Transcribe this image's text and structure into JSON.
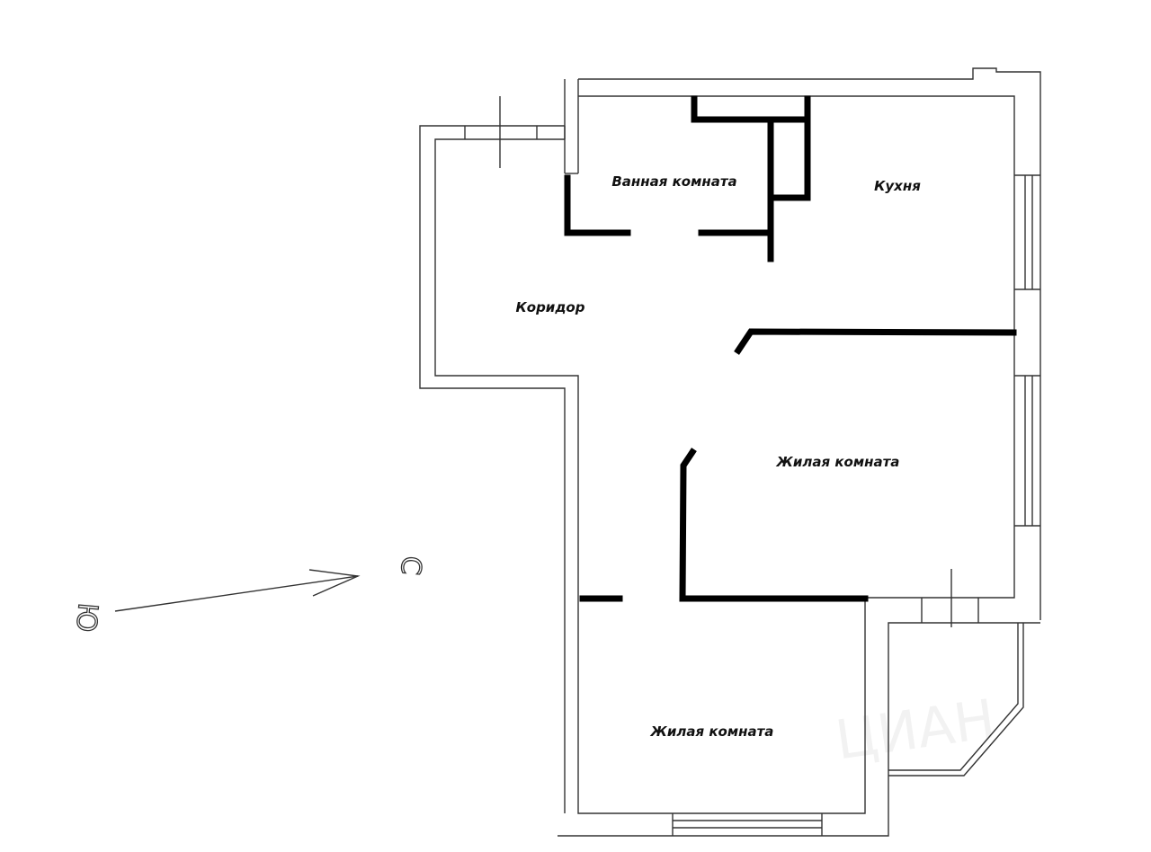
{
  "rooms": {
    "bathroom": "Ванная комната",
    "kitchen": "Кухня",
    "corridor": "Коридор",
    "living_room_1": "Жилая комната",
    "living_room_2": "Жилая комната"
  },
  "compass": {
    "north_label": "С",
    "south_label": "Ю"
  },
  "watermark": "ЦИАН"
}
